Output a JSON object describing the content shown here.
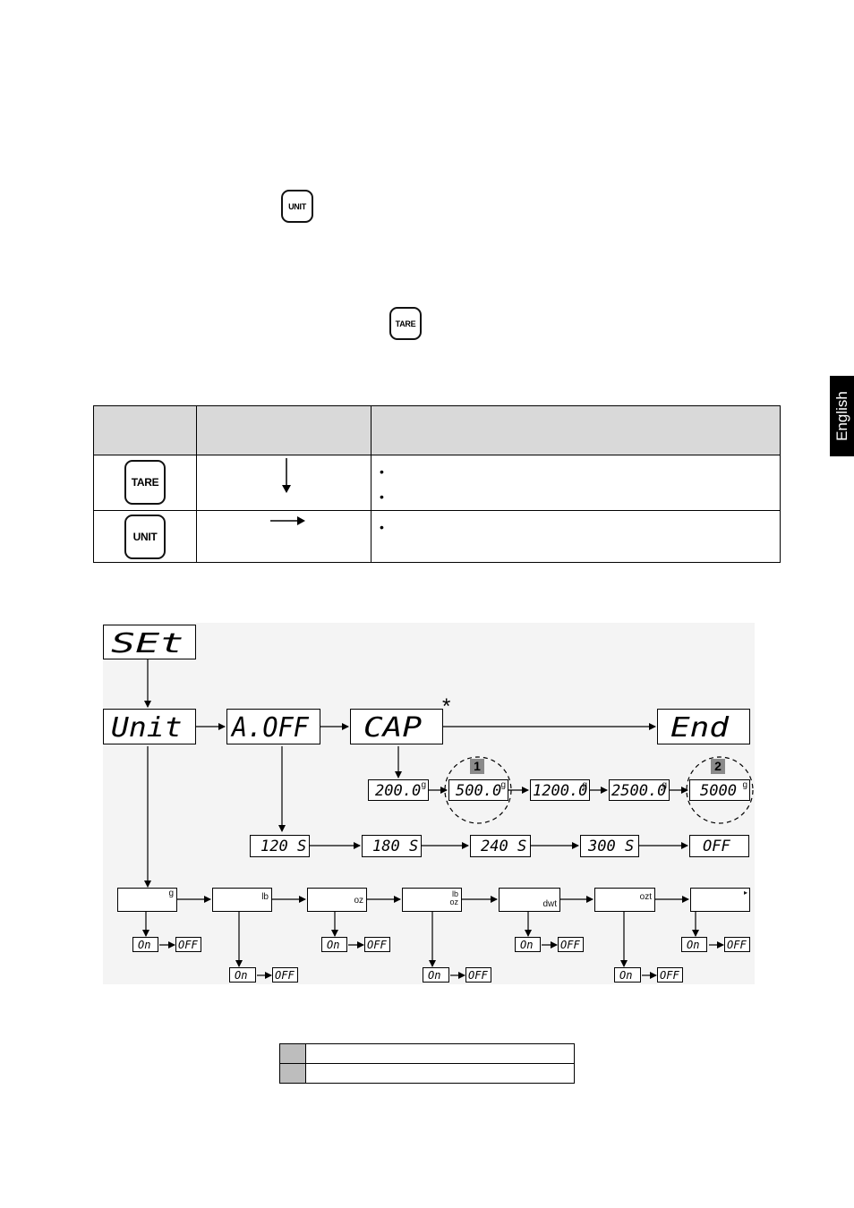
{
  "keys": {
    "unit_label": "UNIT",
    "tare_label": "TARE"
  },
  "sidebar": {
    "language": "English"
  },
  "key_table": {
    "arrow_down": "↓",
    "arrow_right": "→"
  },
  "diagram": {
    "main": {
      "set": "SEt",
      "unit": "Unit",
      "aoff": "A.OFF",
      "cap": "CAP",
      "end": "End"
    },
    "asterisk": "*",
    "capacities": [
      "200.0",
      "500.0",
      "1200.0",
      "2500.0",
      "5000"
    ],
    "capacity_unit": "g",
    "marker_1": "1",
    "marker_2": "2",
    "auto_off": [
      "120 S",
      "180 S",
      "240 S",
      "300 S",
      "OFF"
    ],
    "units": [
      "g",
      "lb",
      "oz",
      "lb oz",
      "dwt",
      "ozt",
      "▸"
    ],
    "on": "On",
    "off": "OFF"
  }
}
